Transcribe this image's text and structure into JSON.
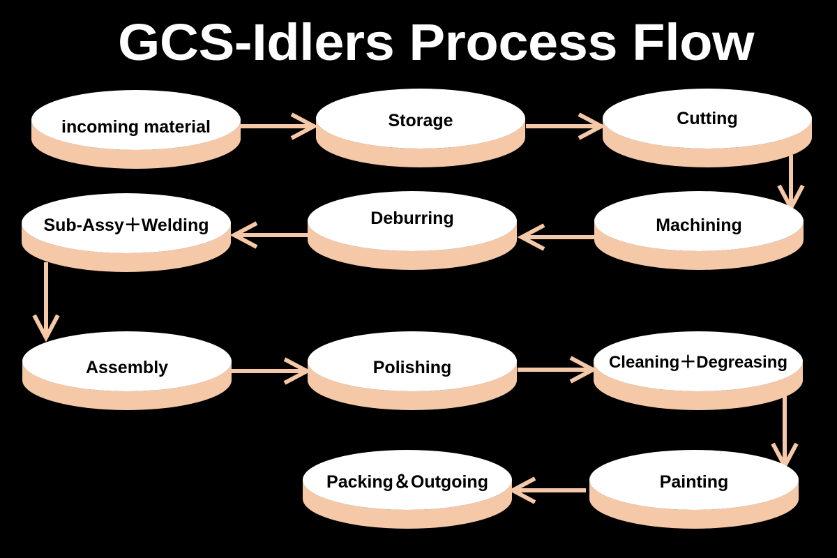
{
  "title": "GCS-Idlers Process Flow",
  "colors": {
    "background": "#000000",
    "node_fill": "#ffffff",
    "node_shadow": "#f5c9a8",
    "arrow": "#f5c9a8",
    "text": "#000000",
    "title_text": "#ffffff"
  },
  "steps": [
    "incoming material",
    "Storage",
    "Cutting",
    "Machining",
    "Deburring",
    "Sub-Assy＋Welding",
    "Assembly",
    "Polishing",
    "Cleaning＋Degreasing",
    "Painting",
    "Packing＆Outgoing"
  ]
}
